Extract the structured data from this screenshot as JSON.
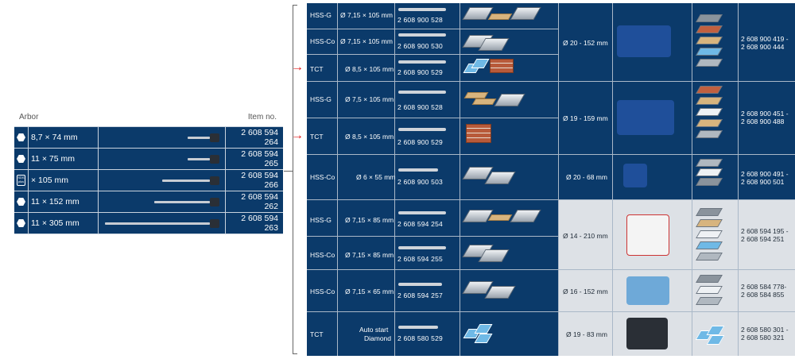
{
  "arbor": {
    "header_arbor": "Arbor",
    "header_item": "Item no.",
    "rows": [
      {
        "icon": "hex-shank-icon",
        "size": "8,7 × 74 mm",
        "item": "2 608 594 264"
      },
      {
        "icon": "hex-shank-icon",
        "size": "11 × 75 mm",
        "item": "2 608 594 265"
      },
      {
        "icon": "sds-plus-icon",
        "icon_text": "SDS plus",
        "size": "× 105 mm",
        "item": "2 608 594 266"
      },
      {
        "icon": "hex-shank-icon",
        "size": "11 × 152 mm",
        "item": "2 608 594 262"
      },
      {
        "icon": "hex-shank-icon",
        "size": "11 × 305 mm",
        "item": "2 608 594 263"
      }
    ]
  },
  "drills": [
    {
      "type": "HSS-G",
      "size": "Ø 7,15 × 105 mm",
      "item": "2 608 900 528"
    },
    {
      "type": "HSS-Co",
      "size": "Ø 7,15 × 105 mm",
      "item": "2 608 900 530"
    },
    {
      "type": "TCT",
      "size": "Ø 8,5 × 105 mm",
      "item": "2 608 900 529"
    },
    {
      "type": "HSS-G",
      "size": "Ø 7,5 × 105 mm",
      "item": "2 608 900 528"
    },
    {
      "type": "TCT",
      "size": "Ø 8,5 × 105 mm",
      "item": "2 608 900 529"
    },
    {
      "type": "HSS-Co",
      "size": "Ø 6 × 55 mm",
      "item": "2 608 900 503"
    },
    {
      "type": "HSS-G",
      "size": "Ø 7,15 × 85 mm",
      "item": "2 608 594 254"
    },
    {
      "type": "HSS-Co",
      "size": "Ø 7,15 × 85 mm",
      "item": "2 608 594 255"
    },
    {
      "type": "HSS-Co",
      "size": "Ø 7,15 × 65 mm",
      "item": "2 608 594 257"
    },
    {
      "type": "TCT",
      "size_line1": "Auto start",
      "size_line2": "Diamond",
      "item": "2 608 580 529"
    }
  ],
  "holesaws": [
    {
      "range": "Ø 20 - 152 mm",
      "items": "2 608 900 419 -\n2 608 900 444",
      "item_line1": "2 608 900 419 -",
      "item_line2": "2 608 900 444"
    },
    {
      "range": "Ø 19 - 159 mm",
      "item_line1": "2 608 900 451 -",
      "item_line2": "2 608 900 488"
    },
    {
      "range": "Ø 20 - 68 mm",
      "item_line1": "2 608 900 491 -",
      "item_line2": "2 608 900 501"
    },
    {
      "range": "Ø 14 - 210 mm",
      "item_line1": "2 608 594 195 -",
      "item_line2": "2 608 594 251"
    },
    {
      "range": "Ø 16 - 152 mm",
      "item_line1": "2 608 584 778-",
      "item_line2": "2 608 584 855"
    },
    {
      "range": "Ø 19 - 83 mm",
      "item_line1": "2 608 580 301 -",
      "item_line2": "2 608 580 321"
    }
  ],
  "colors": {
    "navy": "#0b3a6a",
    "grey": "#dde1e6",
    "arrow": "#e01b1b"
  }
}
